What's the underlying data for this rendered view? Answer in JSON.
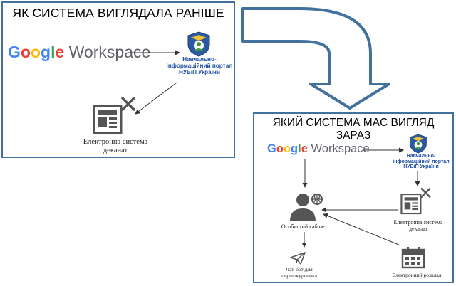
{
  "before": {
    "title": "ЯК СИСТЕМА ВИГЛЯДАЛА РАНІШЕ",
    "google": {
      "word": "Google",
      "product": "Workspace"
    },
    "portal": {
      "line1": "Навчально-",
      "line2": "інформаційний портал",
      "line3": "НУБіП України"
    },
    "dean": {
      "line1": "Електронна система",
      "line2": "деканат"
    }
  },
  "after": {
    "title": "ЯКИЙ СИСТЕМА МАЄ ВИГЛЯД ЗАРАЗ",
    "google": {
      "word": "Google",
      "product": "Workspace"
    },
    "portal": {
      "line1": "Навчально-",
      "line2": "інформаційний портал",
      "line3": "НУБіП України"
    },
    "cabinet": {
      "label": "Особистий кабінет"
    },
    "dean": {
      "line1": "Електронна система",
      "line2": "деканат"
    },
    "chatbot": {
      "line1": "Чат-бот для",
      "line2": "першокурсника"
    },
    "schedule": {
      "label": "Електронний розклад"
    }
  },
  "colors": {
    "frame": "#41719c",
    "google_blue": "#4285F4",
    "google_red": "#EA4335",
    "google_yellow": "#FBBC05",
    "google_green": "#34A853",
    "icon_gray": "#555555",
    "portal_text": "#1f4fa3"
  }
}
